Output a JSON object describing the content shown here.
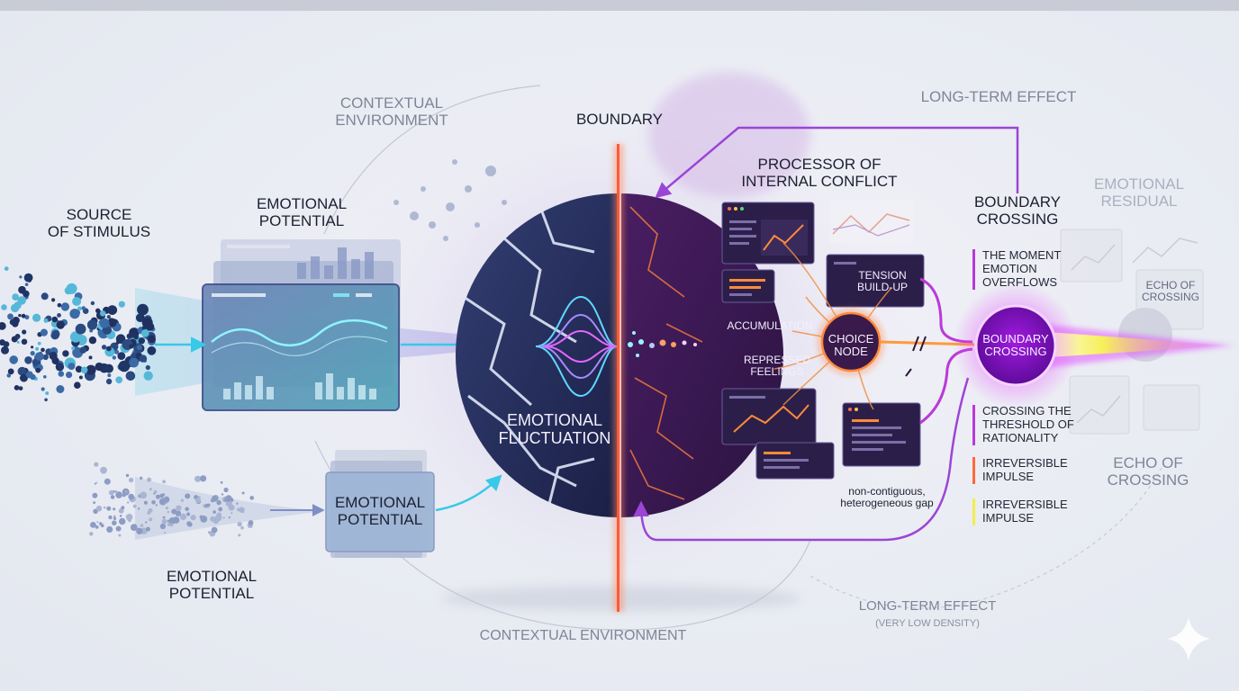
{
  "labels": {
    "source_of_stimulus": [
      "SOURCE",
      "OF STIMULUS"
    ],
    "emotional_potential_top": [
      "EMOTIONAL",
      "POTENTIAL"
    ],
    "contextual_environment_top": [
      "CONTEXTUAL",
      "ENVIRONMENT"
    ],
    "boundary": "BOUNDARY",
    "processor": [
      "PROCESSOR OF",
      "INTERNAL CONFLICT"
    ],
    "long_term_effect_top": "LONG-TERM EFFECT",
    "boundary_crossing_heading": [
      "BOUNDARY",
      "CROSSING"
    ],
    "emotional_residual": [
      "EMOTIONAL",
      "RESIDUAL"
    ],
    "echo_small": [
      "ECHO OF",
      "CROSSING"
    ],
    "echo_large": [
      "ECHO OF",
      "CROSSING"
    ],
    "the_moment": [
      "THE MOMENT",
      "EMOTION",
      "OVERFLOWS"
    ],
    "tension": [
      "TENSION",
      "BUILD-UP"
    ],
    "accumulation": "ACCUMULATION",
    "repressed": [
      "REPRESSED",
      "FEELINGS"
    ],
    "choice_node": [
      "CHOICE",
      "NODE"
    ],
    "boundary_crossing_node": [
      "BOUNDARY",
      "CROSSING"
    ],
    "crossing_threshold": [
      "CROSSING THE",
      "THRESHOLD OF",
      "RATIONALITY"
    ],
    "irreversible_1": [
      "IRREVERSIBLE",
      "IMPULSE"
    ],
    "irreversible_2": [
      "IRREVERSIBLE",
      "IMPULSE"
    ],
    "emotional_fluctuation": [
      "EMOTIONAL",
      "FLUCTUATION"
    ],
    "emotional_potential_mid": [
      "EMOTIONAL",
      "POTENTIAL"
    ],
    "emotional_potential_bottom": [
      "EMOTIONAL",
      "POTENTIAL"
    ],
    "gap": [
      "non-contiguous,",
      "heterogeneous gap"
    ],
    "long_term_effect_bottom": "LONG-TERM EFFECT",
    "very_low_density": "(VERY LOW DENSITY)",
    "contextual_environment_bottom": "CONTEXTUAL ENVIRONMENT"
  },
  "colors": {
    "cyan": "#38c8e8",
    "purple": "#9b45d6",
    "magenta": "#e03cff",
    "orange": "#ff7a33",
    "yellow": "#f3ee4a",
    "navy": "#1e2650"
  },
  "icons": [
    "sparkle-icon"
  ]
}
